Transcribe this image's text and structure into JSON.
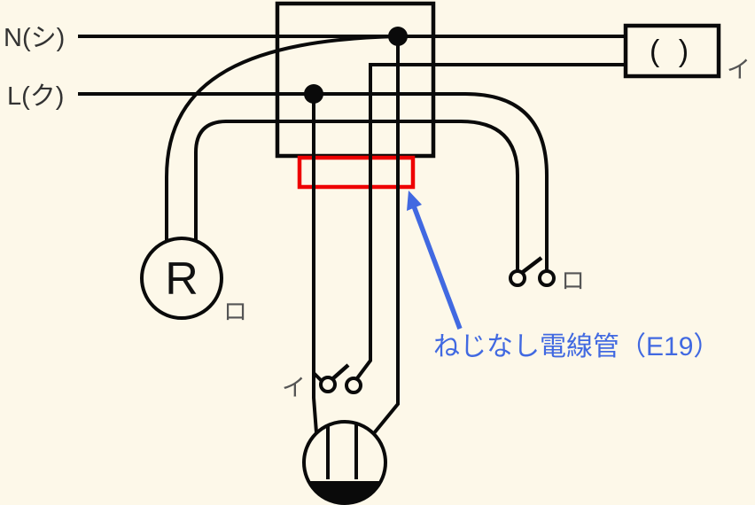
{
  "diagram": {
    "kind": "single-line-to-wiring diagram (Japanese electrician exam style)",
    "labels": {
      "source_neutral": "N(シ)",
      "source_live": "L(ク)",
      "device_blank": "( )",
      "device_blank_circuit": "イ",
      "lamp_receptacle": "R",
      "lamp_receptacle_circuit": "ロ",
      "switch_right_circuit": "ロ",
      "switch_bottom_circuit": "イ",
      "annotation": "ねじなし電線管（E19）"
    },
    "colors": {
      "background": "#fdf8e9",
      "wire": "#0a0a0a",
      "conduit_highlight": "#ee0000",
      "annotation_blue": "#4169e1",
      "circuit_label_gray": "#555555",
      "source_label": "#333333"
    }
  }
}
